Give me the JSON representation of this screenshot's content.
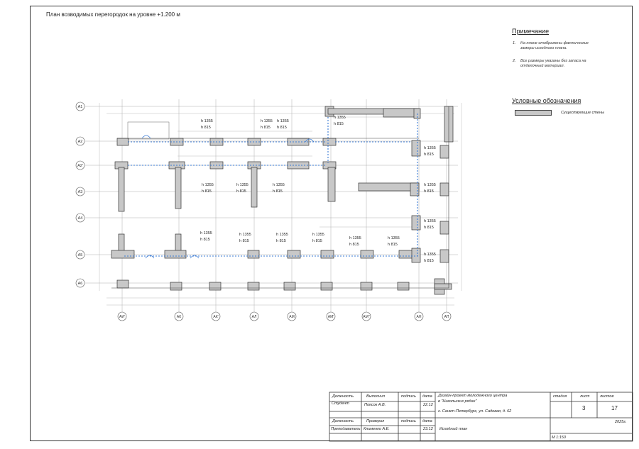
{
  "title": "План возводимых перегородок на уровне +1.200 м",
  "notes": {
    "heading": "Примечание",
    "items": [
      {
        "num": "1.",
        "text": "На плане отображены фактические замеры исходного плана."
      },
      {
        "num": "2.",
        "text": "Все размеры указаны без запаса на отделочный материал."
      }
    ]
  },
  "legend": {
    "heading": "Условные обозначения",
    "items": [
      {
        "label": "Существующие стены"
      }
    ]
  },
  "axes": {
    "rows": [
      "А1",
      "А2",
      "А2'",
      "А3",
      "А4",
      "А5",
      "А6"
    ],
    "cols": [
      "АИ'",
      "АК",
      "АК'",
      "АЛ",
      "АМ",
      "АМ'",
      "АМ''",
      "АН",
      "АП"
    ]
  },
  "heights": {
    "top": "h 1355",
    "bottom": "h 815"
  },
  "stamp": {
    "headers": {
      "role": "Должность",
      "done": "Выполнил",
      "sign": "подпись",
      "date": "дата"
    },
    "row1": {
      "role": "Студент",
      "name": "Поясок А.В.",
      "date": "22.12"
    },
    "headers2": {
      "role": "Должность",
      "checked": "Проверил",
      "sign": "подпись",
      "date": "дата"
    },
    "row2": {
      "role": "Преподаватель",
      "name": "Клименко А.Е.",
      "date": "23.12"
    },
    "project_line1": "Дизайн-проект молодежного центра",
    "project_line2": "в \"Никольских рядах\"",
    "address": "г. Санкт-Петербург, ул. Садовая, д. 62",
    "stage_label": "стадия",
    "sheet_label": "лист",
    "sheets_label": "листов",
    "sheet_value": "3",
    "sheets_value": "17",
    "year": "2025г.",
    "drawing_name": "Исходный план",
    "scale": "М 1:150"
  },
  "colors": {
    "wall_fill": "#c8c8c8",
    "partition": "#3a7bd5",
    "line": "#444444"
  }
}
